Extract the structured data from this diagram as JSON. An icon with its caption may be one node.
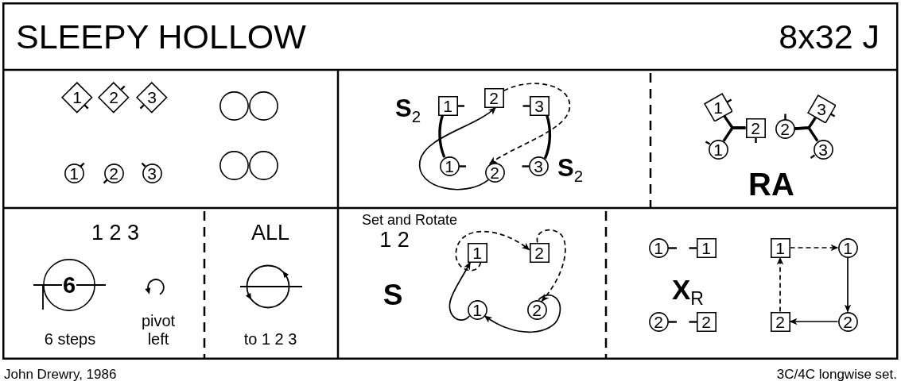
{
  "diagram": {
    "title": "SLEEPY HOLLOW",
    "nodes": [
      {
        "text": [
          "1"
        ]
      },
      {
        "text": [
          "2"
        ]
      },
      {
        "text": [
          "3"
        ]
      },
      {
        "text": [],
        "shape": "circle"
      },
      {
        "text": [],
        "shape": "circle"
      },
      {
        "text": [
          "1"
        ]
      },
      {
        "text": [
          "2"
        ]
      },
      {
        "text": [
          "3"
        ]
      },
      {
        "text": [],
        "shape": "circle"
      },
      {
        "text": [],
        "shape": "circle"
      },
      {
        "text": [
          "1"
        ]
      },
      {
        "text": [
          "2"
        ]
      },
      {
        "text": [
          "3"
        ]
      },
      {
        "text": [
          "1"
        ]
      },
      {
        "text": [
          "2"
        ]
      },
      {
        "text": [
          "3"
        ]
      },
      {
        "text": [
          "1"
        ]
      },
      {
        "text": [
          "1"
        ]
      },
      {
        "text": [
          "2"
        ]
      },
      {
        "text": [
          "2"
        ]
      },
      {
        "text": [
          "3"
        ]
      },
      {
        "text": [
          "3"
        ]
      },
      {
        "text": [
          "6"
        ],
        "beside": [
          "6 steps"
        ]
      },
      {
        "text": [
          "1"
        ]
      },
      {
        "text": [
          "2"
        ]
      },
      {
        "text": [
          "1"
        ]
      },
      {
        "text": [
          "2"
        ]
      },
      {
        "text": [
          "1"
        ]
      },
      {
        "text": [
          "1"
        ]
      },
      {
        "text": [
          "1"
        ]
      },
      {
        "text": [
          "1"
        ]
      },
      {
        "text": [
          "2"
        ]
      },
      {
        "text": [
          "2"
        ]
      },
      {
        "text": [
          "2"
        ]
      },
      {
        "text": [
          "2"
        ]
      }
    ],
    "edges": [
      {
        "from": 10,
        "to": 13,
        "arrow": "none",
        "style": "thick"
      },
      {
        "from": 12,
        "to": 15,
        "arrow": "none",
        "style": "thick"
      },
      {
        "from": 14,
        "to": 11,
        "arrow": "to"
      },
      {
        "from": 11,
        "to": 14,
        "arrow": "to",
        "style": "dashed"
      },
      {
        "from": 16,
        "to": 18,
        "arrow": "none",
        "style": "thick"
      },
      {
        "from": 17,
        "to": 18,
        "arrow": "none",
        "style": "thick"
      },
      {
        "from": 19,
        "to": 20,
        "arrow": "none",
        "style": "thick"
      },
      {
        "from": 19,
        "to": 21,
        "arrow": "none",
        "style": "thick"
      },
      {
        "from": 23,
        "to": 24,
        "arrow": "to",
        "style": "dashed"
      },
      {
        "from": 24,
        "to": 26,
        "arrow": "to",
        "style": "dashed"
      },
      {
        "from": 25,
        "to": 23,
        "arrow": "to"
      },
      {
        "from": 26,
        "to": 25,
        "arrow": "to"
      },
      {
        "from": 29,
        "to": 30,
        "arrow": "to",
        "style": "dashed"
      },
      {
        "from": 30,
        "to": 34,
        "arrow": "to"
      },
      {
        "from": 34,
        "to": 33,
        "arrow": "to"
      },
      {
        "from": 33,
        "to": 29,
        "arrow": "to",
        "style": "dashed"
      }
    ],
    "labels": [
      "8x32 J",
      "S$_{2}$",
      "S$_{2}$",
      "RA",
      "1 2 3",
      "pivot left",
      "ALL",
      "to 1 2 3",
      "Set and Rotate",
      "1 2",
      "S",
      "X$_{R}$",
      "John Drewry, 1986",
      "3C/4C longwise set."
    ]
  }
}
